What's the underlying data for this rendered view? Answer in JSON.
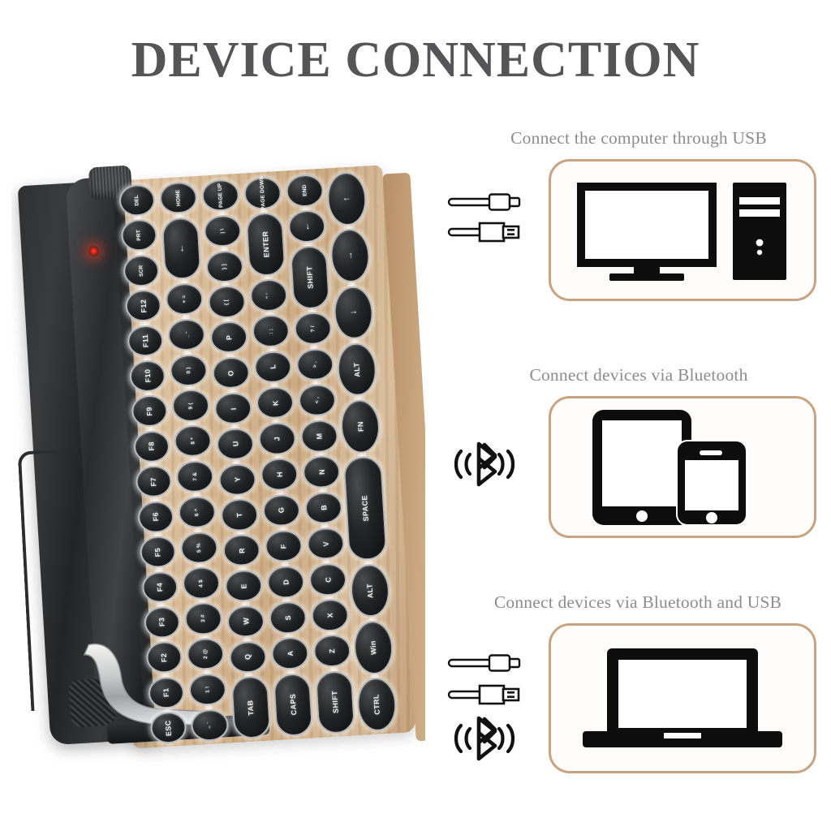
{
  "page": {
    "title": "DEVICE CONNECTION",
    "background": "#ffffff",
    "title_color": "#555456",
    "accent_border": "#c8a382",
    "caption_color": "#8e8c8c"
  },
  "sections": [
    {
      "id": "usb",
      "caption": "Connect the computer through USB",
      "icons": [
        "usb-c-cable-icon",
        "usb-a-cable-icon"
      ],
      "devices": [
        "desktop-monitor",
        "desktop-tower"
      ]
    },
    {
      "id": "bluetooth",
      "caption": "Connect devices via Bluetooth",
      "icons": [
        "bluetooth-icon"
      ],
      "devices": [
        "tablet",
        "smartphone"
      ]
    },
    {
      "id": "bluetooth-and-usb",
      "caption": "Connect devices via Bluetooth and USB",
      "icons": [
        "usb-c-cable-icon",
        "usb-a-cable-icon",
        "bluetooth-icon"
      ],
      "devices": [
        "laptop"
      ]
    }
  ],
  "product": {
    "name": "retro-typewriter-mechanical-keyboard",
    "body_color": "#2a2b2d",
    "wood_color": "#d2ae86",
    "key_color": "#1a1b1c",
    "key_ring_color": "#b9bcbe",
    "led_color": "#ffffff",
    "indicator_color": "#ff3b26",
    "key_columns": [
      {
        "keys": [
          {
            "label": "DEL",
            "size": "round",
            "text": "sm"
          },
          {
            "label": "PRT",
            "size": "round",
            "text": "sm"
          },
          {
            "label": "SCR",
            "size": "round",
            "text": "sm"
          },
          {
            "label": "F12",
            "size": "round",
            "text": "def"
          },
          {
            "label": "F11",
            "size": "round",
            "text": "def"
          },
          {
            "label": "F10",
            "size": "round",
            "text": "def"
          },
          {
            "label": "F9",
            "size": "round",
            "text": "def"
          },
          {
            "label": "F8",
            "size": "round",
            "text": "def"
          },
          {
            "label": "F7",
            "size": "round",
            "text": "def"
          },
          {
            "label": "F6",
            "size": "round",
            "text": "def"
          },
          {
            "label": "F5",
            "size": "round",
            "text": "def"
          },
          {
            "label": "F4",
            "size": "round",
            "text": "def"
          },
          {
            "label": "F3",
            "size": "round",
            "text": "def"
          },
          {
            "label": "F2",
            "size": "round",
            "text": "def"
          },
          {
            "label": "F1",
            "size": "round",
            "text": "def"
          },
          {
            "label": "ESC",
            "size": "round",
            "text": "def"
          }
        ]
      },
      {
        "keys": [
          {
            "label": "HOME",
            "size": "round",
            "text": "sm"
          },
          {
            "label": "←",
            "size": "pill",
            "text": "lg"
          },
          {
            "label": "+ =",
            "size": "round",
            "text": "sm"
          },
          {
            "label": "_ -",
            "size": "round",
            "text": "sm"
          },
          {
            "label": "0 )",
            "size": "round",
            "text": "sm"
          },
          {
            "label": "9 (",
            "size": "round",
            "text": "sm"
          },
          {
            "label": "8 *",
            "size": "round",
            "text": "sm"
          },
          {
            "label": "7 &",
            "size": "round",
            "text": "sm"
          },
          {
            "label": "6 ^",
            "size": "round",
            "text": "sm"
          },
          {
            "label": "5 %",
            "size": "round",
            "text": "sm"
          },
          {
            "label": "4 $",
            "size": "round",
            "text": "sm"
          },
          {
            "label": "3 #",
            "size": "round",
            "text": "sm"
          },
          {
            "label": "2 @",
            "size": "round",
            "text": "sm"
          },
          {
            "label": "1 !",
            "size": "round",
            "text": "sm"
          },
          {
            "label": "~ `",
            "size": "round",
            "text": "sm"
          }
        ]
      },
      {
        "keys": [
          {
            "label": "PAGE UP",
            "size": "round",
            "text": "sm"
          },
          {
            "label": "| \\",
            "size": "round",
            "text": "sm"
          },
          {
            "label": "} ]",
            "size": "round",
            "text": "sm"
          },
          {
            "label": "{ [",
            "size": "round",
            "text": "sm"
          },
          {
            "label": "P",
            "size": "round",
            "text": "def"
          },
          {
            "label": "O",
            "size": "round",
            "text": "def"
          },
          {
            "label": "I",
            "size": "round",
            "text": "def"
          },
          {
            "label": "U",
            "size": "round",
            "text": "def"
          },
          {
            "label": "Y",
            "size": "round",
            "text": "def"
          },
          {
            "label": "T",
            "size": "round",
            "text": "def"
          },
          {
            "label": "R",
            "size": "round",
            "text": "def"
          },
          {
            "label": "E",
            "size": "round",
            "text": "def"
          },
          {
            "label": "W",
            "size": "round",
            "text": "def"
          },
          {
            "label": "Q",
            "size": "round",
            "text": "def"
          },
          {
            "label": "TAB",
            "size": "pill",
            "text": "def"
          }
        ]
      },
      {
        "keys": [
          {
            "label": "PAGE DOWN",
            "size": "round",
            "text": "sm"
          },
          {
            "label": "ENTER",
            "size": "pill",
            "text": "def"
          },
          {
            "label": "\" '",
            "size": "round",
            "text": "sm"
          },
          {
            "label": ": ;",
            "size": "round",
            "text": "sm"
          },
          {
            "label": "L",
            "size": "round",
            "text": "def"
          },
          {
            "label": "K",
            "size": "round",
            "text": "def"
          },
          {
            "label": "J",
            "size": "round",
            "text": "def"
          },
          {
            "label": "H",
            "size": "round",
            "text": "def"
          },
          {
            "label": "G",
            "size": "round",
            "text": "def"
          },
          {
            "label": "F",
            "size": "round",
            "text": "def"
          },
          {
            "label": "D",
            "size": "round",
            "text": "def"
          },
          {
            "label": "S",
            "size": "round",
            "text": "def"
          },
          {
            "label": "A",
            "size": "round",
            "text": "def"
          },
          {
            "label": "CAPS",
            "size": "pill",
            "text": "def"
          }
        ]
      },
      {
        "keys": [
          {
            "label": "END",
            "size": "round",
            "text": "sm"
          },
          {
            "label": "←",
            "size": "round",
            "text": "lg"
          },
          {
            "label": "SHIFT",
            "size": "pill",
            "text": "def"
          },
          {
            "label": "? /",
            "size": "round",
            "text": "sm"
          },
          {
            "label": "> .",
            "size": "round",
            "text": "sm"
          },
          {
            "label": "< ,",
            "size": "round",
            "text": "sm"
          },
          {
            "label": "M",
            "size": "round",
            "text": "def"
          },
          {
            "label": "N",
            "size": "round",
            "text": "def"
          },
          {
            "label": "B",
            "size": "round",
            "text": "def"
          },
          {
            "label": "V",
            "size": "round",
            "text": "def"
          },
          {
            "label": "C",
            "size": "round",
            "text": "def"
          },
          {
            "label": "X",
            "size": "round",
            "text": "def"
          },
          {
            "label": "Z",
            "size": "round",
            "text": "def"
          },
          {
            "label": "SHIFT",
            "size": "pill",
            "text": "def"
          }
        ]
      },
      {
        "keys": [
          {
            "label": "↑",
            "size": "round",
            "text": "lg"
          },
          {
            "label": "→",
            "size": "round",
            "text": "lg"
          },
          {
            "label": "↓",
            "size": "round",
            "text": "lg"
          },
          {
            "label": "ALT",
            "size": "round",
            "text": "def"
          },
          {
            "label": "FN",
            "size": "round",
            "text": "def"
          },
          {
            "label": "SPACE",
            "size": "pill",
            "text": "def"
          },
          {
            "label": "ALT",
            "size": "round",
            "text": "def"
          },
          {
            "label": "Win",
            "size": "round",
            "text": "def"
          },
          {
            "label": "CTRL",
            "size": "round",
            "text": "def"
          }
        ]
      }
    ]
  }
}
